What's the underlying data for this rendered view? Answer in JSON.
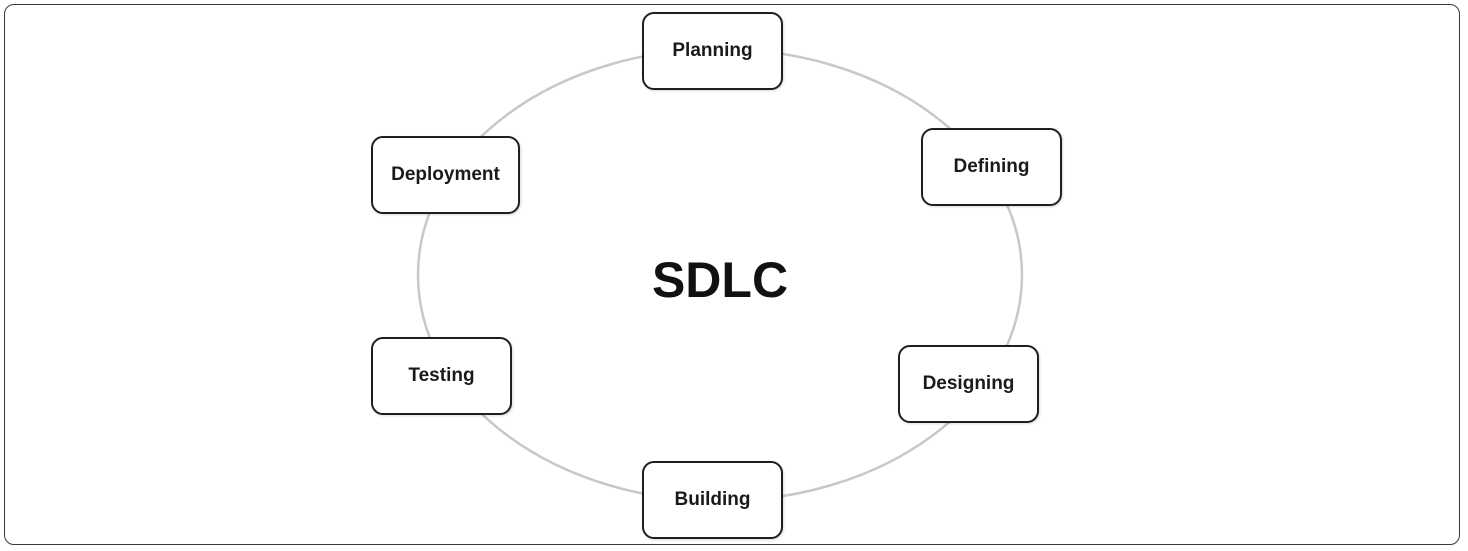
{
  "diagram": {
    "center_label": "SDLC",
    "stages": [
      {
        "id": "planning",
        "label": "Planning"
      },
      {
        "id": "defining",
        "label": "Defining"
      },
      {
        "id": "designing",
        "label": "Designing"
      },
      {
        "id": "building",
        "label": "Building"
      },
      {
        "id": "testing",
        "label": "Testing"
      },
      {
        "id": "deployment",
        "label": "Deployment"
      }
    ],
    "colors": {
      "ring": "#c8c8c8",
      "box_border": "#1f1f1f",
      "text": "#111111"
    }
  }
}
